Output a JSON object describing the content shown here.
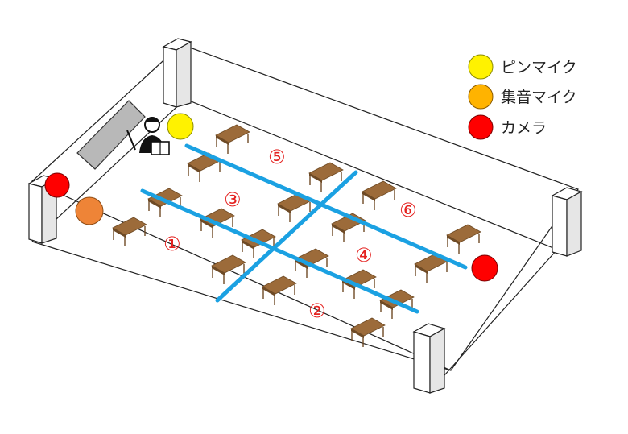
{
  "legend": {
    "items": [
      {
        "label": "ピンマイク",
        "color": "#fff200"
      },
      {
        "label": "集音マイク",
        "color": "#ffb300"
      },
      {
        "label": "カメラ",
        "color": "#ff0000"
      }
    ]
  },
  "zones": [
    "①",
    "②",
    "③",
    "④",
    "⑤",
    "⑥"
  ],
  "colors": {
    "divider": "#1ba1e2",
    "desk_top": "#9c6b3a",
    "desk_leg": "#6e4a25",
    "wall": "#222222",
    "pillar_fill": "#ffffff",
    "board": "#b8b8b8",
    "collector_mic": "#ee8437",
    "pin_mic": "#fff200",
    "camera": "#ff0000"
  }
}
